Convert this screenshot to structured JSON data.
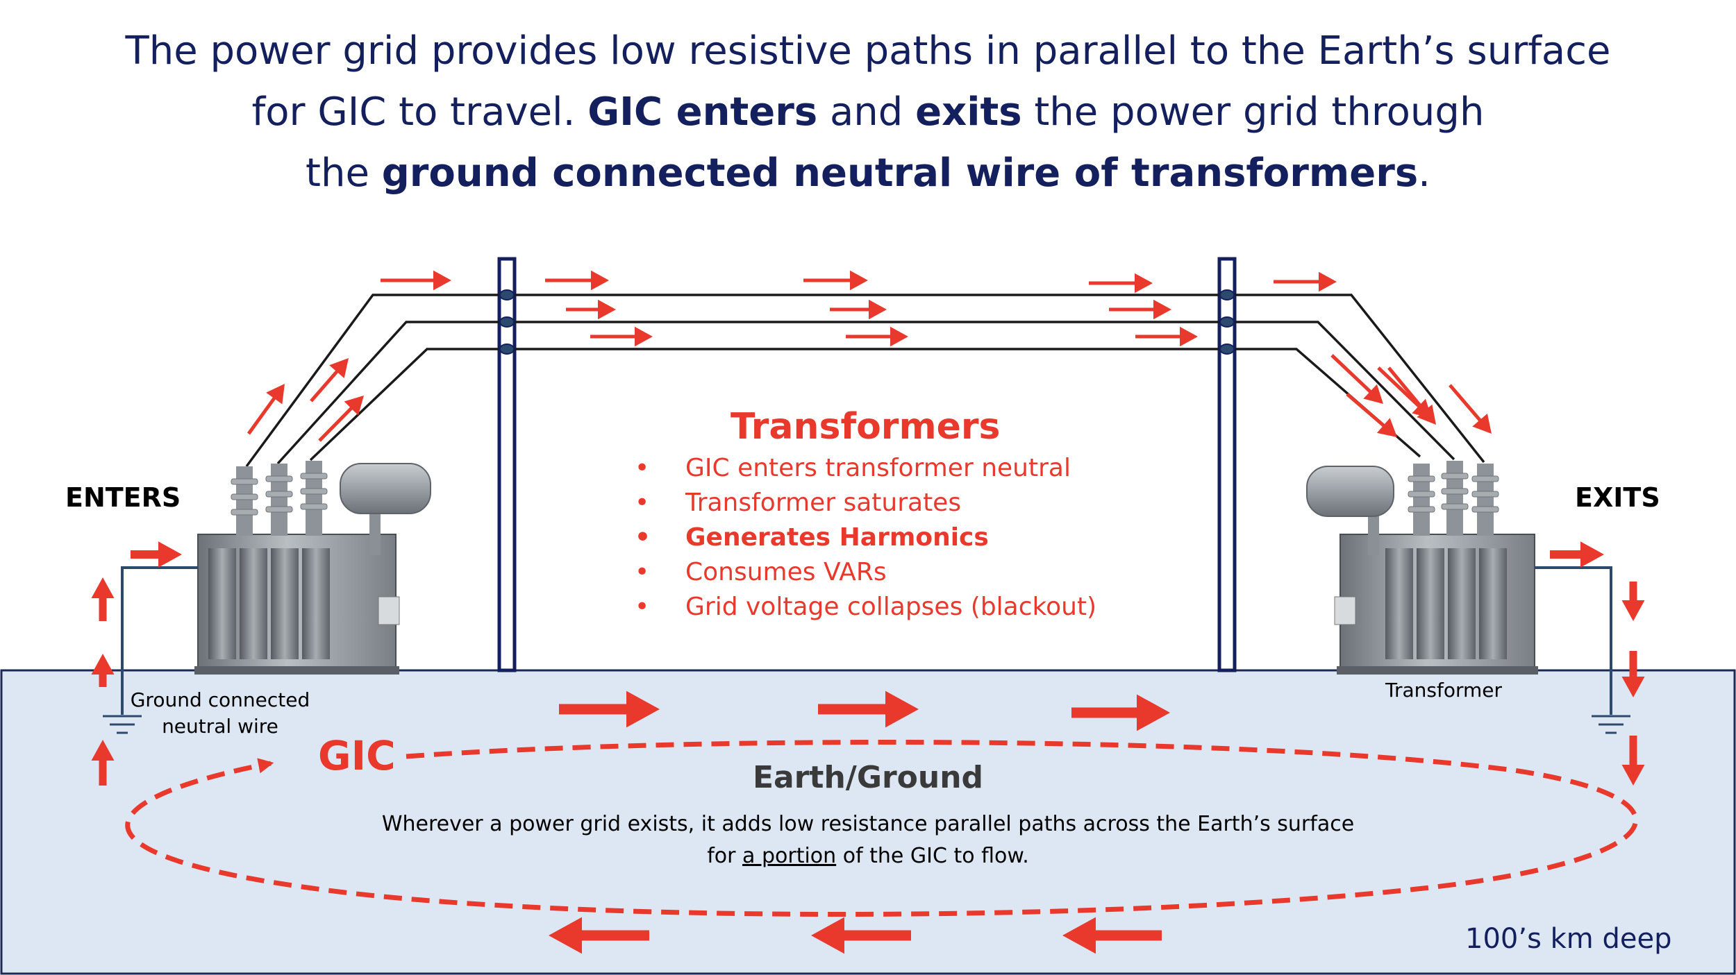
{
  "headline": {
    "line1": "The power grid provides low resistive paths in parallel to the Earth’s surface",
    "line2_a": "for GIC to travel. ",
    "line2_b": "GIC enters",
    "line2_c": " and ",
    "line2_d": "exits",
    "line2_e": " the power grid through",
    "line3_a": "the ",
    "line3_b": "ground connected neutral wire of transformers",
    "line3_c": "."
  },
  "labels": {
    "enters": "ENTERS",
    "exits": "EXITS",
    "ground_wire": "Ground connected",
    "ground_wire_2": "neutral wire",
    "transformer": "Transformer",
    "gic": "GIC",
    "depth": "100’s km deep"
  },
  "transformers_box": {
    "title": "Transformers",
    "items": [
      "GIC enters transformer neutral",
      "Transformer saturates",
      "Generates Harmonics",
      "Consumes VARs",
      "Grid voltage collapses (blackout)"
    ],
    "bold_item_index": 2
  },
  "earth": {
    "title": "Earth/Ground",
    "desc_line1": "Wherever a power grid exists, it adds low resistance parallel paths across the Earth’s surface",
    "desc_line2_a": "for ",
    "desc_line2_b": "a portion",
    "desc_line2_c": " of the GIC to flow."
  },
  "colors": {
    "navy": "#14205e",
    "red": "#e8392c",
    "ground_fill": "#dde7f3",
    "ground_border": "#1b2a55",
    "wire": "#1a1a1a",
    "neutral_wire": "#2c4a6e"
  }
}
